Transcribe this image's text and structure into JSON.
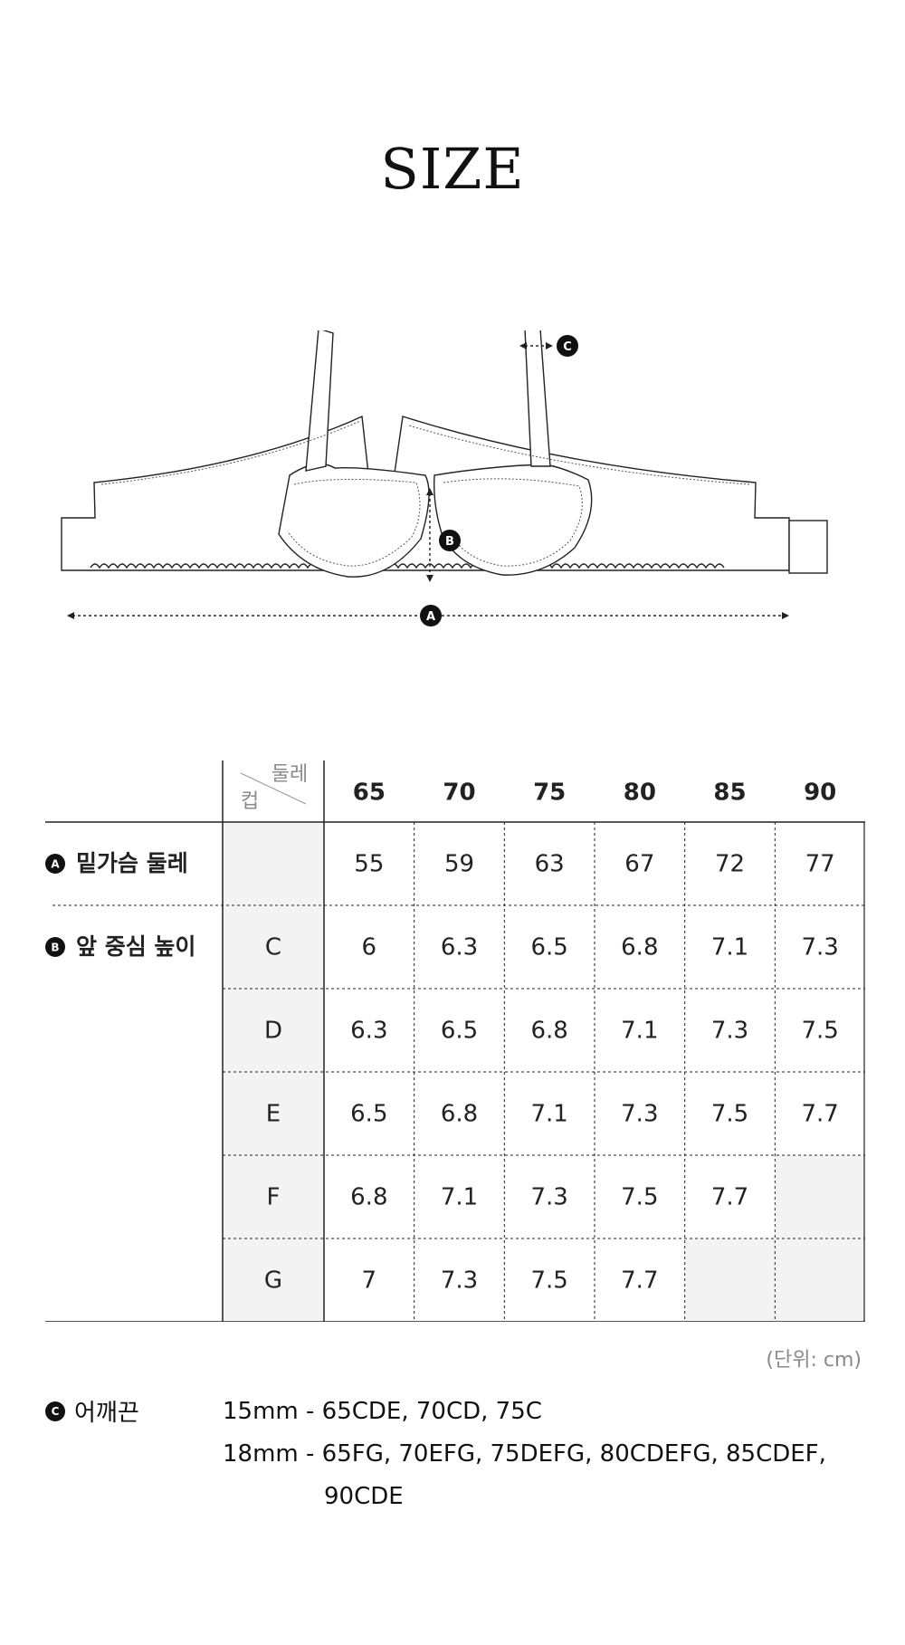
{
  "title": "SIZE",
  "diagram": {
    "marker_a": "A",
    "marker_b": "B",
    "marker_c": "C"
  },
  "table": {
    "corner": {
      "top": "둘레",
      "bottom": "컵"
    },
    "columns": [
      "65",
      "70",
      "75",
      "80",
      "85",
      "90"
    ],
    "underbust": {
      "marker": "A",
      "label": "밑가슴 둘레",
      "values": [
        "55",
        "59",
        "63",
        "67",
        "72",
        "77"
      ]
    },
    "center_height": {
      "marker": "B",
      "label": "앞 중심 높이",
      "rows": [
        {
          "cup": "C",
          "values": [
            "6",
            "6.3",
            "6.5",
            "6.8",
            "7.1",
            "7.3"
          ]
        },
        {
          "cup": "D",
          "values": [
            "6.3",
            "6.5",
            "6.8",
            "7.1",
            "7.3",
            "7.5"
          ]
        },
        {
          "cup": "E",
          "values": [
            "6.5",
            "6.8",
            "7.1",
            "7.3",
            "7.5",
            "7.7"
          ]
        },
        {
          "cup": "F",
          "values": [
            "6.8",
            "7.1",
            "7.3",
            "7.5",
            "7.7",
            ""
          ]
        },
        {
          "cup": "G",
          "values": [
            "7",
            "7.3",
            "7.5",
            "7.7",
            "",
            ""
          ]
        }
      ]
    }
  },
  "unit_note": "(단위: cm)",
  "strap": {
    "marker": "C",
    "label": "어깨끈",
    "lines": [
      "15mm - 65CDE, 70CD, 75C",
      "18mm - 65FG, 70EFG, 75DEFG, 80CDEFG, 85CDEF,",
      "90CDE"
    ]
  },
  "colors": {
    "shade": "#f3f3f3",
    "line": "#222222",
    "muted": "#8a8a8a"
  }
}
